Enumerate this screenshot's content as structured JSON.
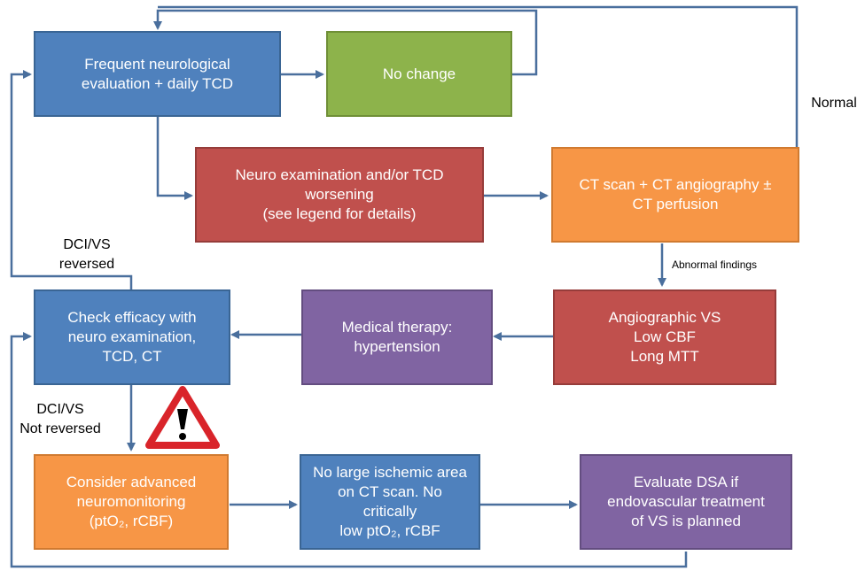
{
  "boxes": {
    "neuro_eval": [
      "Frequent neurological",
      "evaluation + daily TCD"
    ],
    "no_change": [
      "No change"
    ],
    "worsening": [
      "Neuro examination and/or TCD",
      "worsening",
      "(see legend for details)"
    ],
    "ct_scan": [
      "CT scan + CT angiography ±",
      "CT perfusion"
    ],
    "angio_vs": [
      "Angiographic VS",
      "Low CBF",
      "Long MTT"
    ],
    "medical_therapy": [
      "Medical therapy:",
      "hypertension"
    ],
    "check_efficacy": [
      "Check efficacy with",
      "neuro examination,",
      "TCD, CT"
    ],
    "advanced_monitoring": [
      "Consider advanced",
      "neuromonitoring",
      "(ptO₂, rCBF)"
    ],
    "no_ischemia": [
      "No large ischemic area",
      "on CT scan. No critically",
      "low ptO₂, rCBF"
    ],
    "evaluate_dsa": [
      "Evaluate DSA if",
      "endovascular treatment",
      "of VS is planned"
    ]
  },
  "labels": {
    "normal": "Normal",
    "abnormal_findings": "Abnormal findings",
    "reversed": [
      "DCI/VS",
      "reversed"
    ],
    "not_reversed": [
      "DCI/VS",
      "Not reversed"
    ]
  },
  "icons": {
    "warning": "warning-triangle-icon"
  },
  "colors": {
    "blue": "#4f81bd",
    "green": "#8db34b",
    "red": "#c0504d",
    "orange": "#f79646",
    "purple": "#8064a2",
    "connector": "#4a6f9d",
    "warning_red": "#d9242a"
  }
}
